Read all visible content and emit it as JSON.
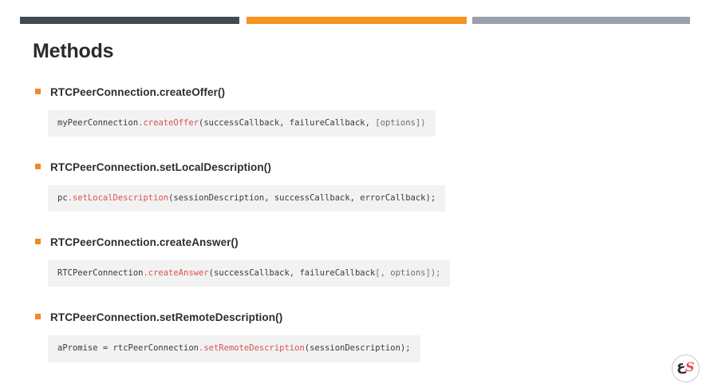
{
  "slide": {
    "title": "Methods",
    "background_color": "#ffffff"
  },
  "accent_bars": [
    {
      "name": "dark-bar",
      "color": "#424A53"
    },
    {
      "name": "orange-bar",
      "color": "#F7931E"
    },
    {
      "name": "gray-bar",
      "color": "#9AA1AC"
    }
  ],
  "methods": [
    {
      "label": "RTCPeerConnection.createOffer()",
      "code": {
        "prefix": "myPeerConnection",
        "method": ".createOffer",
        "args_open": "(successCallback, failureCallback, ",
        "optional": "[options]",
        "args_close": ")"
      }
    },
    {
      "label": "RTCPeerConnection.setLocalDescription()",
      "code": {
        "prefix": "pc",
        "method": ".setLocalDescription",
        "args_open": "(sessionDescription, successCallback, errorCallback)",
        "optional": "",
        "args_close": ";"
      }
    },
    {
      "label": "RTCPeerConnection.createAnswer()",
      "code": {
        "prefix": "RTCPeerConnection",
        "method": ".createAnswer",
        "args_open": "(successCallback, failureCallback",
        "optional": "[, options]",
        "args_close": ");"
      }
    },
    {
      "label": "RTCPeerConnection.setRemoteDescription()",
      "code": {
        "prefix": "aPromise = rtcPeerConnection",
        "method": ".setRemoteDescription",
        "args_open": "(sessionDescription)",
        "optional": "",
        "args_close": ";"
      }
    }
  ],
  "logo": {
    "glyph_dark": "ع",
    "glyph_red": "S",
    "dark_color": "#2b2b2b",
    "red_color": "#E8544A"
  },
  "colors": {
    "bullet": "#ED8B28",
    "code_background": "#F2F2F2",
    "code_method": "#D9534F",
    "text": "#2d2d2d"
  }
}
